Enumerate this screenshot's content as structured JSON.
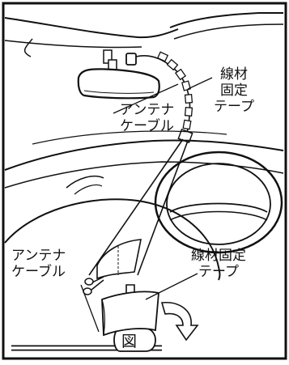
{
  "labels": {
    "antenna_cable_top": [
      "アンテナ",
      "ケーブル"
    ],
    "wire_tape_top": [
      "線材",
      "固定",
      "テープ"
    ],
    "antenna_cable_bottom": [
      "アンテナ",
      "ケーブル"
    ],
    "wire_tape_bottom": [
      "線材固定",
      "テープ"
    ],
    "figure_caption": "図"
  },
  "colors": {
    "line": "#111111",
    "background": "#ffffff"
  },
  "icons": [
    "scissors-icon",
    "down-arrow-icon",
    "curved-arrow-icon"
  ]
}
